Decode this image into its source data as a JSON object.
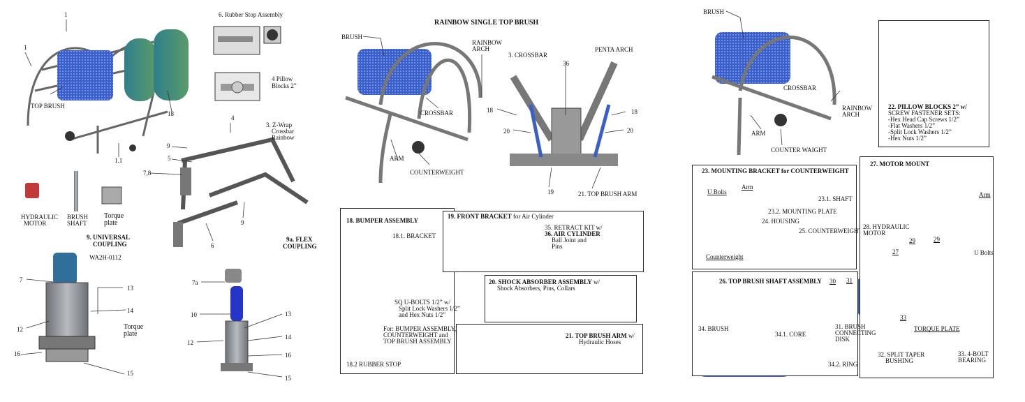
{
  "p1": {
    "n1a": "1",
    "n1b": "1",
    "top_brush": "TOP BRUSH",
    "n18": "18",
    "n11": "1.1",
    "rubber_stop": "6. Rubber Stop Assembly",
    "pillow1": "4 Pillow",
    "pillow2": "Blocks 2”",
    "n4": "4",
    "zwrap1": "3. Z-Wrap",
    "zwrap2": "Crossbar",
    "zwrap3": "Rainbow",
    "n9a": "9",
    "n5": "5",
    "n78": "7,8",
    "n9b": "9",
    "n6": "6",
    "hyd1": "HYDRAULIC",
    "hyd2": "MOTOR",
    "shaft1": "BRUSH",
    "shaft2": "SHAFT",
    "torque1": "Torque",
    "torque2": "plate",
    "uc1": "9.  UNIVERSAL",
    "uc2": "COUPLING",
    "wa2h": "WA2H-0112",
    "flex1": "9a.  FLEX",
    "flex2": "COUPLING",
    "u7": "7",
    "u13": "13",
    "u14": "14",
    "u12": "12",
    "ut1": "Torque",
    "ut2": "plate",
    "u16": "16",
    "u15": "15",
    "f7a": "7a",
    "f10": "10",
    "f13": "13",
    "f12": "12",
    "f14": "14",
    "f16": "16",
    "f15": "15"
  },
  "p2": {
    "title": "RAINBOW SINGLE TOP BRUSH",
    "brush": "BRUSH",
    "rainbow1": "RAINBOW",
    "rainbow2": "ARCH",
    "crossbar": "CROSSBAR",
    "arm": "ARM",
    "counterweight": "COUNTERWEIGHT",
    "crossbar3": "3. CROSSBAR",
    "n36": "36",
    "penta": "PENTA ARCH",
    "n18a": "18",
    "n18b": "18",
    "n20a": "20",
    "n20b": "20",
    "n19": "19",
    "tba": "21. TOP BRUSH ARM",
    "bumper_title": "18. BUMPER ASSEMBLY",
    "bracket": "18.1. BRACKET",
    "sq1": "SQ U-BOLTS 1/2” w/",
    "sq2": "Split Lock Washers 1/2”",
    "sq3": "and Hex Nuts 1/2”",
    "for1": "For: BUMPER ASSEMBLY,",
    "for2": "COUNTERWEIGHT and",
    "for3": "TOP BRUSH ASSEMBLY",
    "rubber": "18.2  RUBBER STOP",
    "front_title": "19. FRONT BRACKET",
    "front_sub": " for Air Cylinder",
    "retract": "35. RETRACT KIT w/",
    "air": "36.  AIR CYLINDER",
    "ball1": "Ball Joint and",
    "ball2": "Pins",
    "shock_title": "20. SHOCK ABSORBER ASSEMBLY",
    "shock_w": " w/",
    "shock_sub": "Shock Absorbers, Pins, Collars",
    "arm_title": "21. TOP BRUSH ARM",
    "arm_w": " w/",
    "arm_sub": "Hydraulic Hoses"
  },
  "p3": {
    "brush": "BRUSH",
    "crossbar": "CROSSBAR",
    "rainbow1": "RAINBOW",
    "rainbow2": "ARCH",
    "arm": "ARM",
    "cw": "COUNTER WAIGHT",
    "pb1": "22. PILLOW BLOCKS 2” w/",
    "pb2": "SCREW FASTENER SETS:",
    "pb3": "-Hex Head Cap Screws 1/2”",
    "pb4": "-Flat Washers 1/2”",
    "pb5": "-Split Lock Washers 1/2”",
    "pb6": "-Hex Nuts 1/2”",
    "mb_title": "23. MOUNTING BRACKET for COUNTERWEIGHT",
    "ubolts": "U Bolts",
    "arm2": "Arm",
    "shaft": "23.1.  SHAFT",
    "plate": "23.2. MOUNTING PLATE",
    "housing": "24. HOUSING",
    "cw25": "25. COUNTERWEIGHT",
    "cwlabel": "Counterweight",
    "mm_title": "27. MOTOR MOUNT",
    "arm3": "Arm",
    "hm1": "28. HYDRAULIC",
    "hm2": "MOTOR",
    "ub2": "U Bolts",
    "n27": "27",
    "n29a": "29",
    "n29b": "29",
    "n33": "33",
    "torque": "TORQUE PLATE",
    "stb1": "32. SPLIT TAPER",
    "stb2": "BUSHING",
    "bear1": "33. 4-BOLT",
    "bear2": "BEARING",
    "shaft_title": "26. TOP BRUSH SHAFT ASSEMBLY",
    "n30": "30",
    "n31": "31",
    "brush34": "34.  BRUSH",
    "disk1": "31.  BRUSH",
    "disk2": "CONNECTING",
    "disk3": "DISK",
    "core": "34.1.  CORE",
    "ring": "34.2.  RING"
  },
  "colors": {
    "brush_blue": "#3a5fc8",
    "tank": "#3f8a8a",
    "steel": "#8a8d92"
  }
}
